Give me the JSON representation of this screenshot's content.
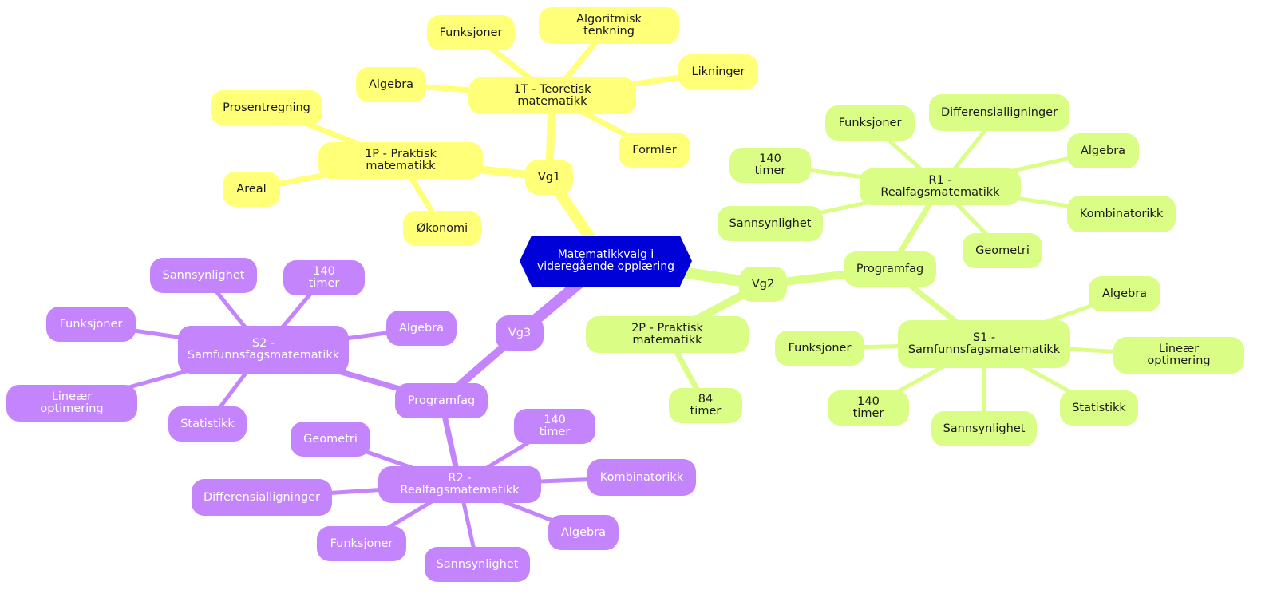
{
  "title": "Matematikkvalg i videregående opplæring",
  "colors": {
    "root": "#0000d8",
    "vg1": "#ffff78",
    "vg2": "#d9fd85",
    "vg3": "#c484fc"
  },
  "root": {
    "id": "root",
    "label": "Matematikkvalg i\nvideregående opplæring"
  },
  "nodes": [
    {
      "id": "vg1",
      "label": "Vg1",
      "branch": "vg1",
      "parent": "root"
    },
    {
      "id": "1t",
      "label": "1T - Teoretisk matematikk",
      "branch": "vg1",
      "parent": "vg1"
    },
    {
      "id": "1t-funk",
      "label": "Funksjoner",
      "branch": "vg1",
      "parent": "1t"
    },
    {
      "id": "1t-algo",
      "label": "Algoritmisk tenkning",
      "branch": "vg1",
      "parent": "1t"
    },
    {
      "id": "1t-alg",
      "label": "Algebra",
      "branch": "vg1",
      "parent": "1t"
    },
    {
      "id": "1t-likn",
      "label": "Likninger",
      "branch": "vg1",
      "parent": "1t"
    },
    {
      "id": "1t-form",
      "label": "Formler",
      "branch": "vg1",
      "parent": "1t"
    },
    {
      "id": "1p",
      "label": "1P - Praktisk matematikk",
      "branch": "vg1",
      "parent": "vg1"
    },
    {
      "id": "1p-pros",
      "label": "Prosentregning",
      "branch": "vg1",
      "parent": "1p"
    },
    {
      "id": "1p-areal",
      "label": "Areal",
      "branch": "vg1",
      "parent": "1p"
    },
    {
      "id": "1p-oko",
      "label": "Økonomi",
      "branch": "vg1",
      "parent": "1p"
    },
    {
      "id": "vg2",
      "label": "Vg2",
      "branch": "vg2",
      "parent": "root"
    },
    {
      "id": "vg2-prog",
      "label": "Programfag",
      "branch": "vg2",
      "parent": "vg2"
    },
    {
      "id": "r1",
      "label": "R1 - Realfagsmatematikk",
      "branch": "vg2",
      "parent": "vg2-prog"
    },
    {
      "id": "r1-funk",
      "label": "Funksjoner",
      "branch": "vg2",
      "parent": "r1"
    },
    {
      "id": "r1-diff",
      "label": "Differensialligninger",
      "branch": "vg2",
      "parent": "r1"
    },
    {
      "id": "r1-timer",
      "label": "140 timer",
      "branch": "vg2",
      "parent": "r1"
    },
    {
      "id": "r1-alg",
      "label": "Algebra",
      "branch": "vg2",
      "parent": "r1"
    },
    {
      "id": "r1-sann",
      "label": "Sannsynlighet",
      "branch": "vg2",
      "parent": "r1"
    },
    {
      "id": "r1-komb",
      "label": "Kombinatorikk",
      "branch": "vg2",
      "parent": "r1"
    },
    {
      "id": "r1-geo",
      "label": "Geometri",
      "branch": "vg2",
      "parent": "r1"
    },
    {
      "id": "s1",
      "label": "S1 -\nSamfunnsfagsmatematikk",
      "branch": "vg2",
      "parent": "vg2-prog"
    },
    {
      "id": "s1-alg",
      "label": "Algebra",
      "branch": "vg2",
      "parent": "s1"
    },
    {
      "id": "s1-funk",
      "label": "Funksjoner",
      "branch": "vg2",
      "parent": "s1"
    },
    {
      "id": "s1-lin",
      "label": "Lineær optimering",
      "branch": "vg2",
      "parent": "s1"
    },
    {
      "id": "s1-timer",
      "label": "140 timer",
      "branch": "vg2",
      "parent": "s1"
    },
    {
      "id": "s1-stat",
      "label": "Statistikk",
      "branch": "vg2",
      "parent": "s1"
    },
    {
      "id": "s1-sann",
      "label": "Sannsynlighet",
      "branch": "vg2",
      "parent": "s1"
    },
    {
      "id": "2p",
      "label": "2P - Praktisk matematikk",
      "branch": "vg2",
      "parent": "vg2"
    },
    {
      "id": "2p-timer",
      "label": "84 timer",
      "branch": "vg2",
      "parent": "2p"
    },
    {
      "id": "vg3",
      "label": "Vg3",
      "branch": "vg3",
      "parent": "root"
    },
    {
      "id": "vg3-prog",
      "label": "Programfag",
      "branch": "vg3",
      "parent": "vg3"
    },
    {
      "id": "s2",
      "label": "S2 -\nSamfunnsfagsmatematikk",
      "branch": "vg3",
      "parent": "vg3-prog"
    },
    {
      "id": "s2-sann",
      "label": "Sannsynlighet",
      "branch": "vg3",
      "parent": "s2"
    },
    {
      "id": "s2-timer",
      "label": "140 timer",
      "branch": "vg3",
      "parent": "s2"
    },
    {
      "id": "s2-funk",
      "label": "Funksjoner",
      "branch": "vg3",
      "parent": "s2"
    },
    {
      "id": "s2-alg",
      "label": "Algebra",
      "branch": "vg3",
      "parent": "s2"
    },
    {
      "id": "s2-lin",
      "label": "Lineær optimering",
      "branch": "vg3",
      "parent": "s2"
    },
    {
      "id": "s2-stat",
      "label": "Statistikk",
      "branch": "vg3",
      "parent": "s2"
    },
    {
      "id": "r2",
      "label": "R2 - Realfagsmatematikk",
      "branch": "vg3",
      "parent": "vg3-prog"
    },
    {
      "id": "r2-geo",
      "label": "Geometri",
      "branch": "vg3",
      "parent": "r2"
    },
    {
      "id": "r2-timer",
      "label": "140 timer",
      "branch": "vg3",
      "parent": "r2"
    },
    {
      "id": "r2-diff",
      "label": "Differensialligninger",
      "branch": "vg3",
      "parent": "r2"
    },
    {
      "id": "r2-komb",
      "label": "Kombinatorikk",
      "branch": "vg3",
      "parent": "r2"
    },
    {
      "id": "r2-funk",
      "label": "Funksjoner",
      "branch": "vg3",
      "parent": "r2"
    },
    {
      "id": "r2-alg",
      "label": "Algebra",
      "branch": "vg3",
      "parent": "r2"
    },
    {
      "id": "r2-sann",
      "label": "Sannsynlighet",
      "branch": "vg3",
      "parent": "r2"
    }
  ]
}
